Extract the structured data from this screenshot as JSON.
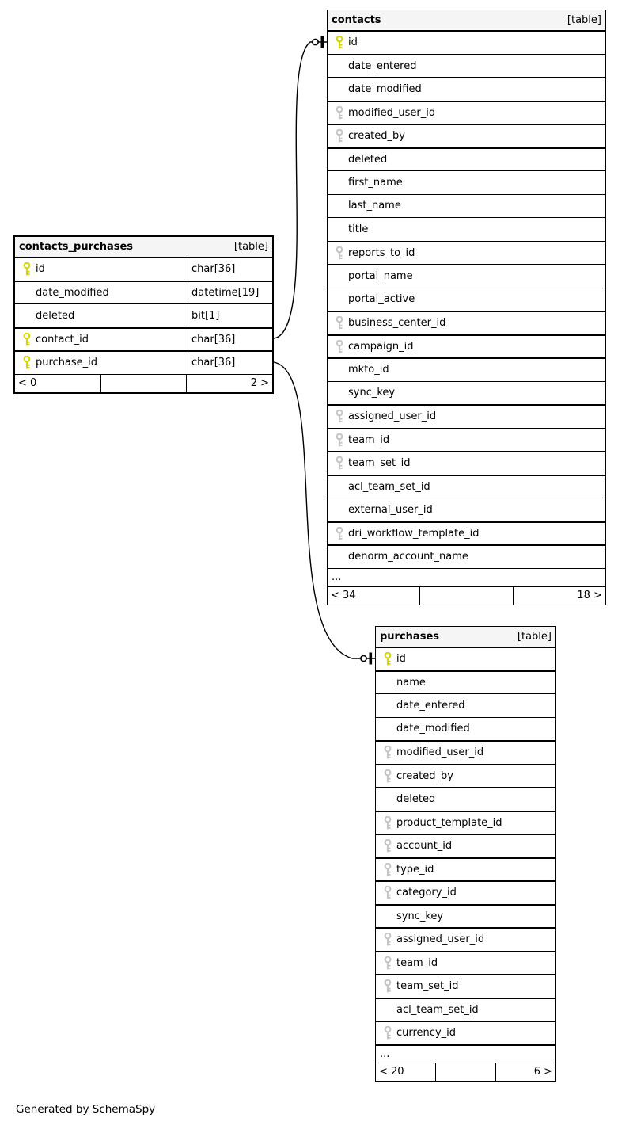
{
  "page": {
    "generator_note": "Generated by SchemaSpy"
  },
  "colors": {
    "primary_key": "#d6d600",
    "foreign_key": "#c6c6c6",
    "header_bg": "#f5f5f5",
    "border": "#000000",
    "row_bg": "#ffffff"
  },
  "tables": [
    {
      "id": "contacts",
      "title": "contacts",
      "badge": "[table]",
      "columns": [
        {
          "name": "id",
          "key": "primary"
        },
        {
          "name": "date_entered",
          "key": "none"
        },
        {
          "name": "date_modified",
          "key": "none"
        },
        {
          "name": "modified_user_id",
          "key": "foreign"
        },
        {
          "name": "created_by",
          "key": "foreign"
        },
        {
          "name": "deleted",
          "key": "none"
        },
        {
          "name": "first_name",
          "key": "none"
        },
        {
          "name": "last_name",
          "key": "none"
        },
        {
          "name": "title",
          "key": "none"
        },
        {
          "name": "reports_to_id",
          "key": "foreign"
        },
        {
          "name": "portal_name",
          "key": "none"
        },
        {
          "name": "portal_active",
          "key": "none"
        },
        {
          "name": "business_center_id",
          "key": "foreign"
        },
        {
          "name": "campaign_id",
          "key": "foreign"
        },
        {
          "name": "mkto_id",
          "key": "none"
        },
        {
          "name": "sync_key",
          "key": "none"
        },
        {
          "name": "assigned_user_id",
          "key": "foreign"
        },
        {
          "name": "team_id",
          "key": "foreign"
        },
        {
          "name": "team_set_id",
          "key": "foreign"
        },
        {
          "name": "acl_team_set_id",
          "key": "none"
        },
        {
          "name": "external_user_id",
          "key": "none"
        },
        {
          "name": "dri_workflow_template_id",
          "key": "foreign"
        },
        {
          "name": "denorm_account_name",
          "key": "none"
        }
      ],
      "ellipsis": "...",
      "footer": {
        "left": "< 34",
        "middle": "",
        "right": "18 >"
      }
    },
    {
      "id": "contacts_purchases",
      "title": "contacts_purchases",
      "badge": "[table]",
      "columns": [
        {
          "name": "id",
          "type": "char[36]",
          "key": "primary"
        },
        {
          "name": "date_modified",
          "type": "datetime[19]",
          "key": "none"
        },
        {
          "name": "deleted",
          "type": "bit[1]",
          "key": "none"
        },
        {
          "name": "contact_id",
          "type": "char[36]",
          "key": "primary"
        },
        {
          "name": "purchase_id",
          "type": "char[36]",
          "key": "primary"
        }
      ],
      "footer": {
        "left": "< 0",
        "middle": "",
        "right": "2 >"
      }
    },
    {
      "id": "purchases",
      "title": "purchases",
      "badge": "[table]",
      "columns": [
        {
          "name": "id",
          "key": "primary"
        },
        {
          "name": "name",
          "key": "none"
        },
        {
          "name": "date_entered",
          "key": "none"
        },
        {
          "name": "date_modified",
          "key": "none"
        },
        {
          "name": "modified_user_id",
          "key": "foreign"
        },
        {
          "name": "created_by",
          "key": "foreign"
        },
        {
          "name": "deleted",
          "key": "none"
        },
        {
          "name": "product_template_id",
          "key": "foreign"
        },
        {
          "name": "account_id",
          "key": "foreign"
        },
        {
          "name": "type_id",
          "key": "foreign"
        },
        {
          "name": "category_id",
          "key": "foreign"
        },
        {
          "name": "sync_key",
          "key": "none"
        },
        {
          "name": "assigned_user_id",
          "key": "foreign"
        },
        {
          "name": "team_id",
          "key": "foreign"
        },
        {
          "name": "team_set_id",
          "key": "foreign"
        },
        {
          "name": "acl_team_set_id",
          "key": "none"
        },
        {
          "name": "currency_id",
          "key": "foreign"
        }
      ],
      "ellipsis": "...",
      "footer": {
        "left": "< 20",
        "middle": "",
        "right": "6 >"
      }
    }
  ],
  "relationships": [
    {
      "from": "contacts_purchases.contact_id",
      "to": "contacts.id"
    },
    {
      "from": "contacts_purchases.purchase_id",
      "to": "purchases.id"
    }
  ]
}
